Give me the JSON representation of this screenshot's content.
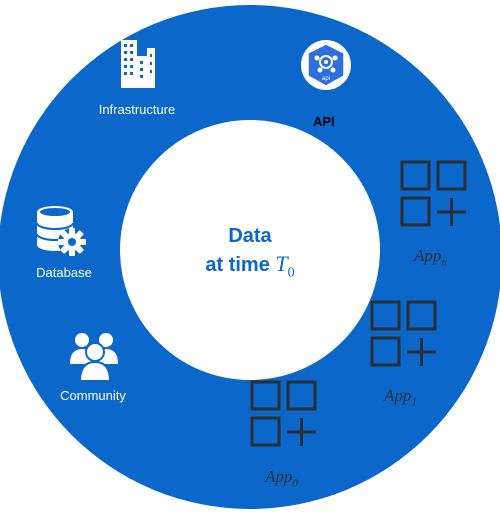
{
  "colors": {
    "ring": "#0b67c9",
    "inner": "#ffffff",
    "text_on_ring": "#ffffff",
    "app_icon": "#2a2f36",
    "api_badge": "#2f6fdd"
  },
  "center": {
    "line1": "Data",
    "line2_prefix": "at time",
    "time_var": "T",
    "time_sub": "0"
  },
  "segments": {
    "infrastructure": {
      "label": "Infrastructure",
      "icon": "building-icon"
    },
    "api": {
      "label": "API",
      "icon": "api-hexagon-icon",
      "badge_text": "api"
    },
    "database": {
      "label": "Database",
      "icon": "database-gear-icon"
    },
    "community": {
      "label": "Community",
      "icon": "people-icon"
    }
  },
  "apps": [
    {
      "base": "App",
      "sub": "n",
      "icon": "apps-grid-icon"
    },
    {
      "base": "App",
      "sub": "1",
      "icon": "apps-grid-icon"
    },
    {
      "base": "App",
      "sub": "0",
      "icon": "apps-grid-icon"
    }
  ]
}
